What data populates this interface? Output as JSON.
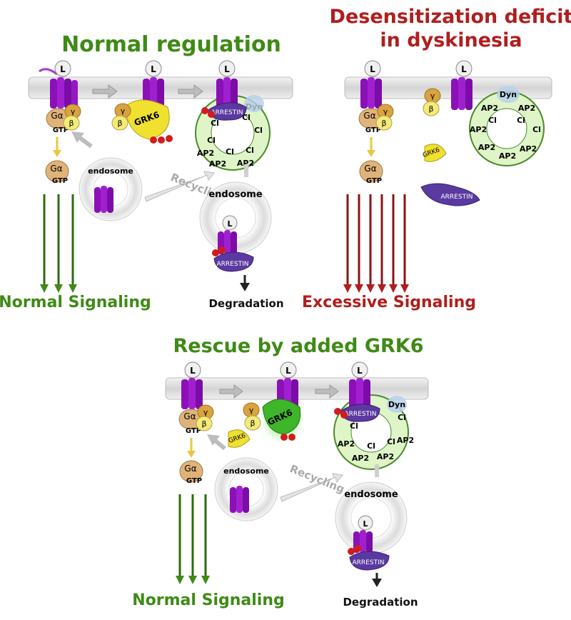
{
  "panels": {
    "normal": {
      "title": "Normal regulation",
      "bottom_label": "Normal Signaling",
      "degradation": "Degradation",
      "recycling": "Recycling",
      "endosome_small": "endosome",
      "endosome_big": "endosome"
    },
    "dyskinesia": {
      "title_line1": "Desensitization deficit",
      "title_line2": "in dyskinesia",
      "bottom_label": "Excessive Signaling"
    },
    "rescue": {
      "title": "Rescue by added GRK6",
      "bottom_label": "Normal Signaling",
      "degradation": "Degradation",
      "recycling": "Recycling",
      "endosome_small": "endosome",
      "endosome_big": "endosome"
    }
  },
  "molecules": {
    "ligand": "L",
    "g_alpha": "Gα",
    "gtp": "GTP",
    "g_beta": "β",
    "g_gamma": "γ",
    "grk6": "GRK6",
    "arrestin": "ARRESTIN",
    "dynamin": "Dyn",
    "clathrin": "Cl",
    "ap2": "AP2"
  },
  "colors": {
    "green_title": "#3f8a16",
    "red_title": "#b01e1e",
    "receptor": "#8b10b8",
    "arrestin": "#5a3aa0",
    "g_alpha": "#e0b37a",
    "g_beta": "#f3ea7a",
    "g_gamma": "#d9a440",
    "grk6_yellow": "#f0e030",
    "grk6_green": "#3fb52a",
    "clathrin": "#b8ec88",
    "dynamin": "#b8d0ea",
    "phospho": "#d21c1c",
    "normal_arrow": "#2f6a10",
    "excess_arrow": "#8a1414"
  }
}
